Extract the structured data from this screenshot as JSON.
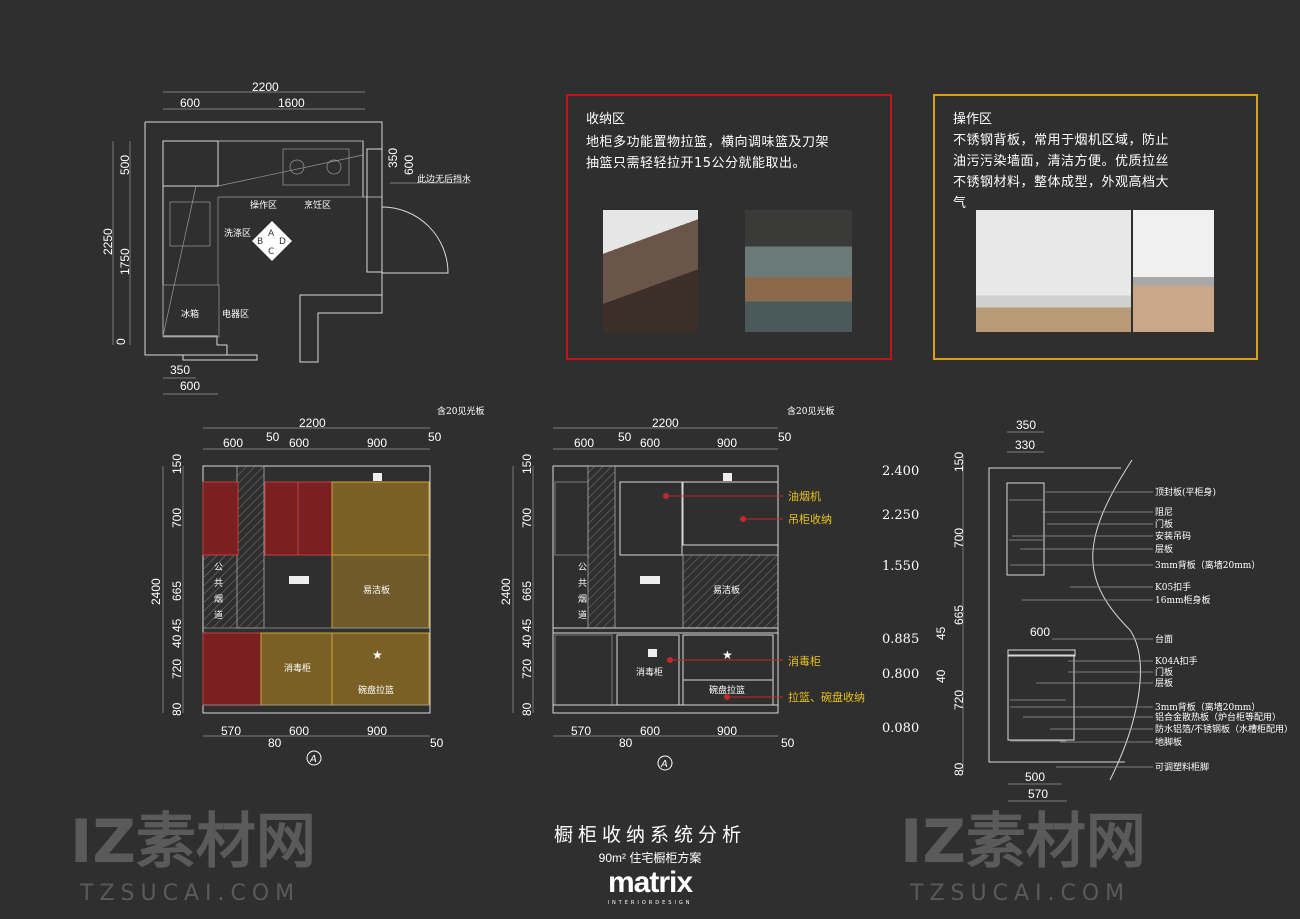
{
  "plan": {
    "dims": {
      "total_w": "2200",
      "w1": "600",
      "w2": "1600",
      "h_total": "2250",
      "h1": "500",
      "h2": "1750",
      "h0": "0",
      "r1": "350",
      "r2": "600",
      "b1": "350",
      "b2": "600"
    },
    "labels": {
      "op_zone": "操作区",
      "cook_zone": "烹饪区",
      "wash_zone": "洗涤区",
      "fridge": "冰箱",
      "appliance_zone": "电器区",
      "no_splash": "此边无后挡水"
    },
    "compass": [
      "A",
      "B",
      "C",
      "D"
    ]
  },
  "storage_panel": {
    "title": "收纳区",
    "lines": [
      "地柜多功能置物拉篮，横向调味篮及刀架",
      "抽篮只需轻轻拉开15公分就能取出。"
    ],
    "color": "#c0141b"
  },
  "operation_panel": {
    "title": "操作区",
    "lines": [
      "不锈钢背板，常用于烟机区域，防止",
      "油污污染墙面，清洁方便。优质拉丝",
      "不锈钢材料，整体成型，外观高档大",
      "气"
    ],
    "color": "#d9a21b"
  },
  "elevation": {
    "top_total": "2200",
    "top_dims": [
      "600",
      "50",
      "600",
      "900",
      "50"
    ],
    "note": "含20见光板",
    "height_total": "2400",
    "heights": [
      "150",
      "700",
      "665",
      "45",
      "40",
      "720",
      "80"
    ],
    "bottom_dims": [
      "570",
      "80",
      "600",
      "900",
      "50"
    ],
    "marker": "A",
    "labels": {
      "flue": [
        "公",
        "共",
        "烟",
        "道"
      ],
      "easy_clean": "易洁板",
      "sterilizer": "消毒柜",
      "dish_basket": "碗盘拉篮"
    }
  },
  "callouts": [
    "油烟机",
    "吊柜收纳",
    "消毒柜",
    "拉篮、碗盘收纳"
  ],
  "callout_color": "#e8c21e",
  "section": {
    "top_dims": [
      "350",
      "330"
    ],
    "levels": [
      "2.400",
      "2.250",
      "1.550",
      "0.885",
      "0.800",
      "0.080"
    ],
    "heights": [
      "150",
      "700",
      "665",
      "45",
      "40",
      "720",
      "80"
    ],
    "counter_w": "600",
    "bottom_dims": [
      "500",
      "570"
    ],
    "labels": [
      "顶封板(平柜身)",
      "阻尼",
      "门板",
      "安装吊码",
      "层板",
      "3mm背板（离墙20mm）",
      "K05扣手",
      "16mm柜身板",
      "台面",
      "K04A扣手",
      "门板",
      "层板",
      "3mm背板（离墙20mm）",
      "铝合金散热板（炉台柜等配用）",
      "防水铝箔/不锈钢板（水槽柜配用）",
      "地脚板",
      "可调塑料柜脚"
    ]
  },
  "footer": {
    "title": "橱柜收纳系统分析",
    "subtitle": "90m² 住宅橱柜方案",
    "logo": "matrix",
    "logo_sub": "INTERIORDESIGN"
  },
  "watermark": {
    "text": "IZ素材网",
    "url": "TZSUCAI.COM"
  }
}
